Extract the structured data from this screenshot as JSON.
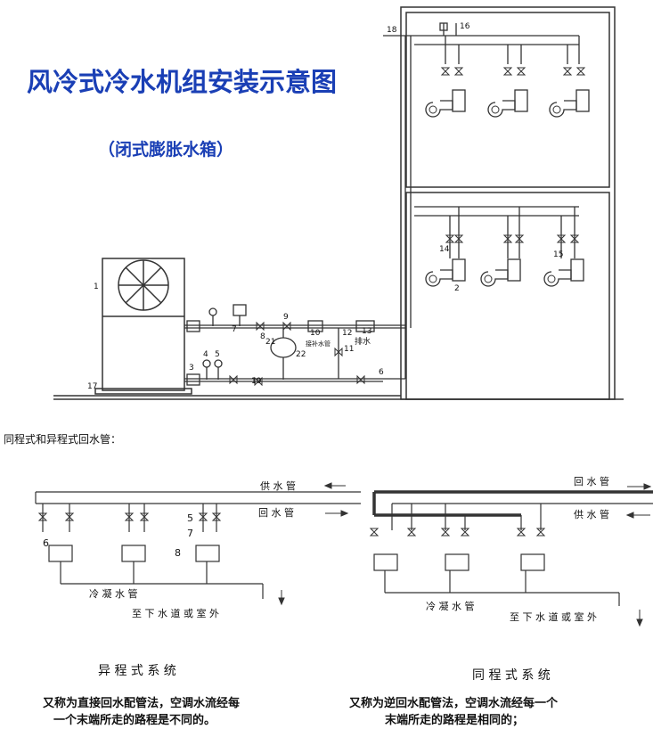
{
  "top_diagram": {
    "title": "风冷式冷水机组安装示意图",
    "subtitle": "（闭式膨胀水箱）",
    "labels": {
      "n1": "1",
      "n2": "2",
      "n3": "3",
      "n4": "4",
      "n5": "5",
      "n7": "7",
      "n8": "8",
      "n9": "9",
      "n10": "10",
      "n11": "11",
      "n12": "12",
      "n13": "13",
      "n14": "14",
      "n15": "15",
      "n16": "16",
      "n17": "17",
      "n18": "18",
      "n19": "19",
      "n21": "21",
      "n22": "22",
      "n6": "6",
      "drain_pipe": "接补水管",
      "drain": "排水"
    }
  },
  "section_heading": "同程式和异程式回水管：",
  "left_system": {
    "supply_pipe": "供 水 管",
    "return_pipe": "回 水 管",
    "condensate_pipe": "冷 凝 水 管",
    "to_drain": "至 下 水 道 或 室 外",
    "n5": "5",
    "n6": "6",
    "n7": "7",
    "n8": "8",
    "name": "异 程 式 系 统",
    "desc_line1": "又称为直接回水配管法，空调水流经每",
    "desc_line2": "一个末端所走的路程是不同的。"
  },
  "right_system": {
    "return_pipe": "回 水 管",
    "supply_pipe": "供 水 管",
    "condensate_pipe": "冷 凝 水 管",
    "to_drain": "至 下 水 道 或 室 外",
    "name": "同 程 式 系 统",
    "desc_line1": "又称为逆回水配管法，空调水流经每一个",
    "desc_line2": "末端所走的路程是相同的；"
  },
  "colors": {
    "title_blue": "#1a3fb5",
    "line": "#333333",
    "text": "#111111"
  }
}
